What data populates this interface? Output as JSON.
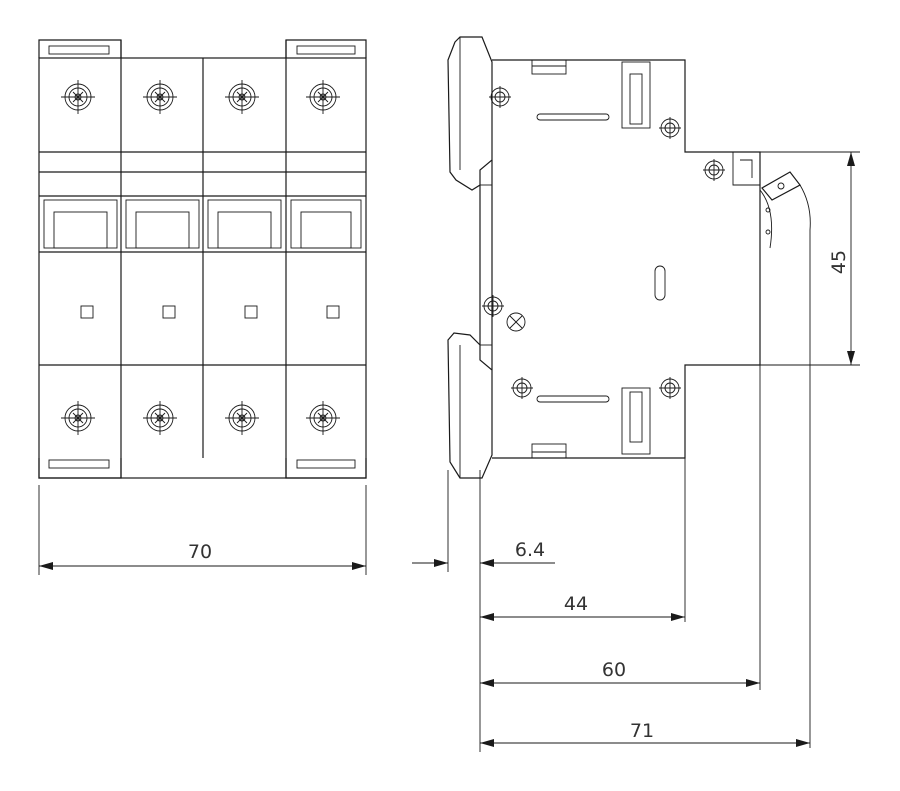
{
  "dimensions": {
    "front_width": "70",
    "rail_offset": "6.4",
    "depth_44": "44",
    "depth_60": "60",
    "depth_71": "71",
    "height_45": "45"
  },
  "poles": 4,
  "colors": {
    "line": "#1a1a1a",
    "text": "#333333",
    "background": "#ffffff"
  }
}
